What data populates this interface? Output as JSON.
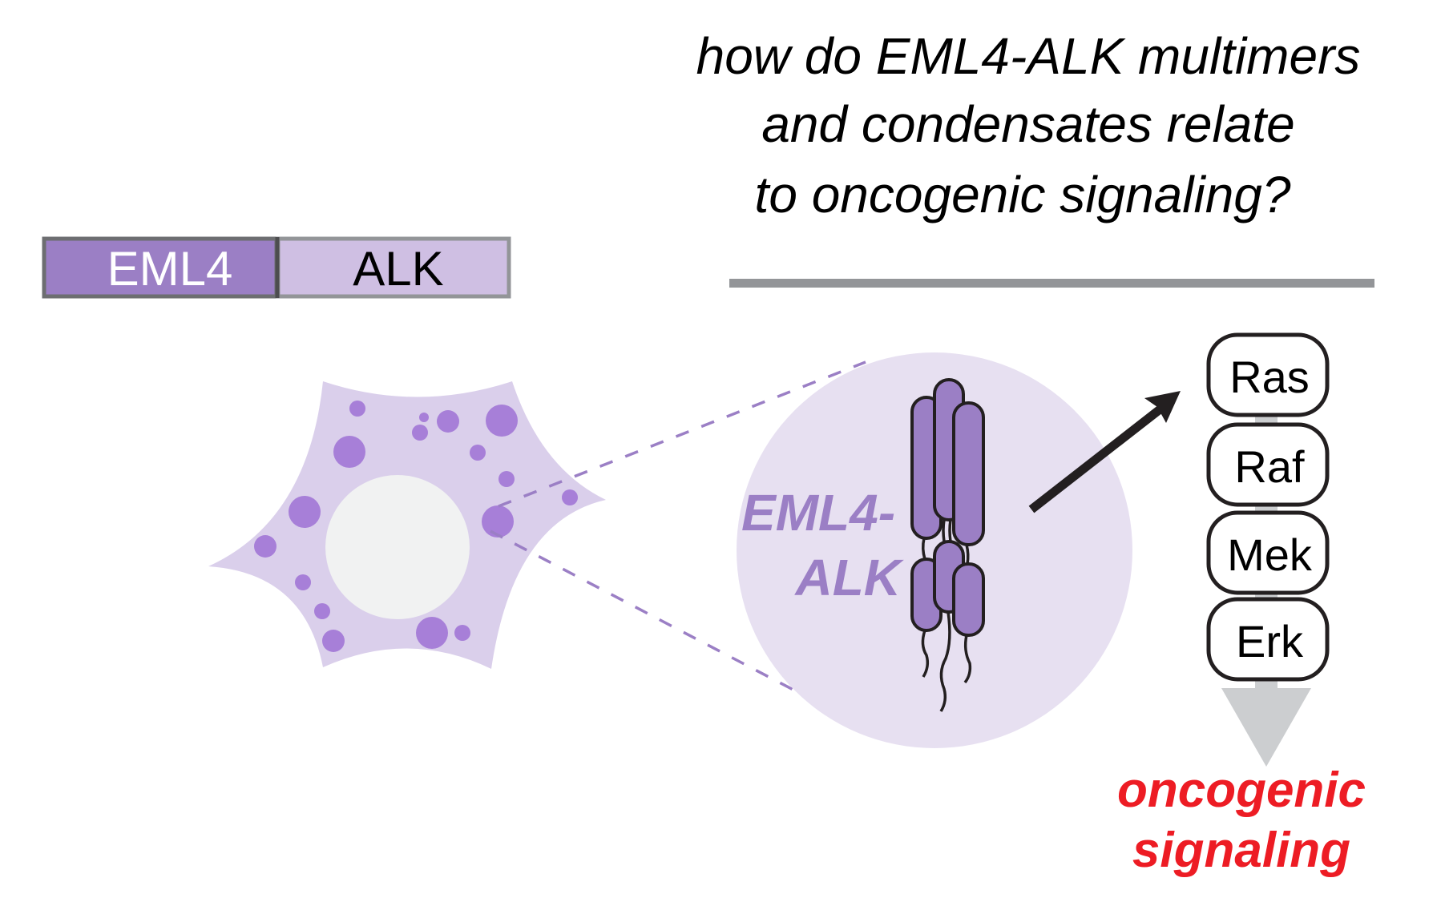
{
  "title": {
    "lines": [
      "how do EML4-ALK multimers",
      "and condensates relate",
      "to oncogenic signaling?"
    ]
  },
  "fusion_bar": {
    "segments": [
      {
        "label": "EML4",
        "fill": "#9b7fc5",
        "text_color": "#ffffff"
      },
      {
        "label": "ALK",
        "fill": "#cfbfe3",
        "text_color": "#000000"
      }
    ]
  },
  "zoom_circle": {
    "label_lines": [
      "EML4-",
      "ALK"
    ],
    "label_color": "#9b7fc5"
  },
  "pathway": {
    "nodes": [
      "Ras",
      "Raf",
      "Mek",
      "Erk"
    ]
  },
  "outcome": {
    "lines": [
      "oncogenic",
      "signaling"
    ],
    "color": "#ed1c24"
  },
  "colors": {
    "cell_body": "#dacfeb",
    "condensate": "#a77fd8",
    "nucleus": "#f1f2f2",
    "zoom_circle": "#e7e0f1",
    "molecule": "#9b7fc5",
    "divider": "#939598",
    "pathway_connector": "#ccced0"
  }
}
